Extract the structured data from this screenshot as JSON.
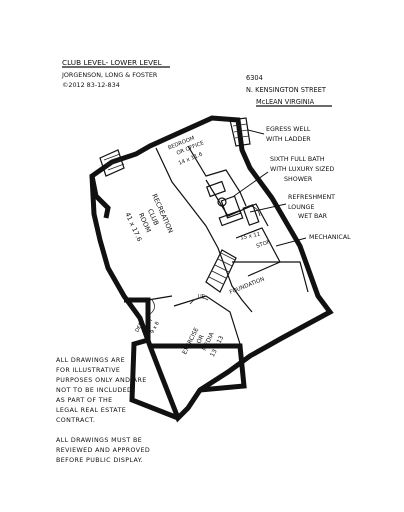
{
  "header": {
    "title": "CLUB LEVEL- LOWER LEVEL",
    "firm": "JORGENSON, LONG & FOSTER",
    "copyright": "©2012  83-12-834"
  },
  "address": {
    "number": "6304",
    "street": "N. KENSINGTON STREET",
    "city": "McLEAN VIRGINIA"
  },
  "callouts": {
    "egress_1": "EGRESS WELL",
    "egress_2": "WITH LADDER",
    "bath_1": "SIXTH FULL BATH",
    "bath_2": "WITH LUXURY SIZED",
    "bath_3": "SHOWER",
    "lounge_1": "REFRESHMENT",
    "lounge_2": "LOUNGE",
    "wetbar": "WET BAR",
    "mechanical": "MECHANICAL"
  },
  "rooms": {
    "rec_1": "RECREATION",
    "rec_2": "CLUB",
    "rec_3": "ROOM",
    "rec_dim": "41 x 17.6",
    "bed_1": "BEDROOM",
    "bed_2": "OR OFFICE",
    "bed_dim": "14 x 11.6",
    "den_1": "DEN-",
    "den_2": "STUDY",
    "den_dim": "9 x 8",
    "ex_1": "EXERCISE",
    "ex_2": "OR",
    "ex_3": "MEDIA",
    "ex_dim": "13 x 13",
    "foundation": "FOUNDATION",
    "stor": "STOR",
    "hall_dim": "15 x 11",
    "up": "UP"
  },
  "disclaimer": {
    "lines": [
      "ALL DRAWINGS ARE",
      "FOR ILLUSTRATIVE",
      "PURPOSES ONLY AND ARE",
      "NOT TO BE INCLUDED",
      "AS PART OF THE",
      "LEGAL REAL ESTATE",
      "CONTRACT.",
      "",
      "ALL DRAWINGS MUST BE",
      "REVIEWED AND APPROVED",
      "BEFORE PUBLIC DISPLAY."
    ]
  }
}
